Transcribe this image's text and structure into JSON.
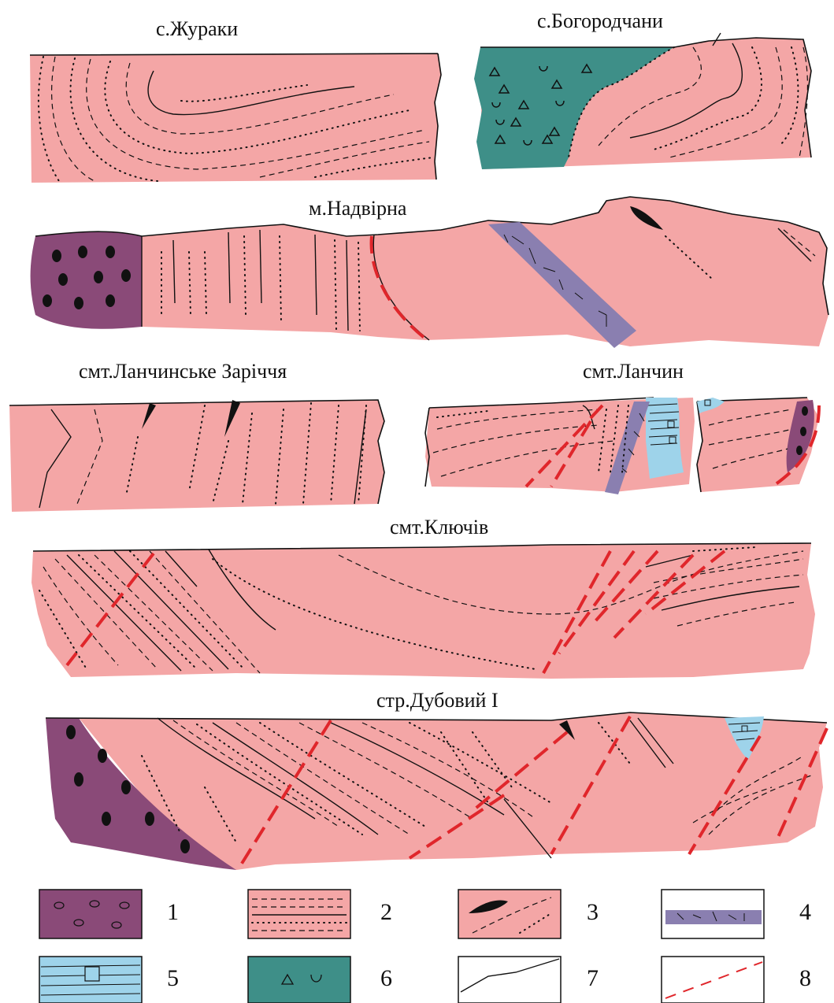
{
  "section_titles": {
    "zhuraky": "с.Жураки",
    "bohorodchany": "с.Богородчани",
    "nadvirna": "м.Надвірна",
    "lanchynske_zarichchia": "смт.Ланчинське Заріччя",
    "lanchyn": "смт.Ланчин",
    "kliuchiv": "смт.Ключів",
    "dubovyi": "стр.Дубовий І"
  },
  "legend": {
    "items": [
      {
        "number": "1",
        "symbol": "purple-conglomerate-pebbles"
      },
      {
        "number": "2",
        "symbol": "pink-laminated-dashed-lines"
      },
      {
        "number": "3",
        "symbol": "pink-with-black-lens-and-dotted-lines"
      },
      {
        "number": "4",
        "symbol": "lavender-dike-band"
      },
      {
        "number": "5",
        "symbol": "light-blue-layered-with-square"
      },
      {
        "number": "6",
        "symbol": "teal-with-triangle-and-arc"
      },
      {
        "number": "7",
        "symbol": "solid-black-contact-line"
      },
      {
        "number": "8",
        "symbol": "red-dashed-fault-line"
      }
    ]
  },
  "colors": {
    "pink": "#f4a6a6",
    "purple": "#8a4a78",
    "teal": "#3e8f88",
    "lavender": "#8a7fb0",
    "light_blue": "#9ed3ea",
    "red_fault": "#e0262b",
    "black": "#111111"
  }
}
